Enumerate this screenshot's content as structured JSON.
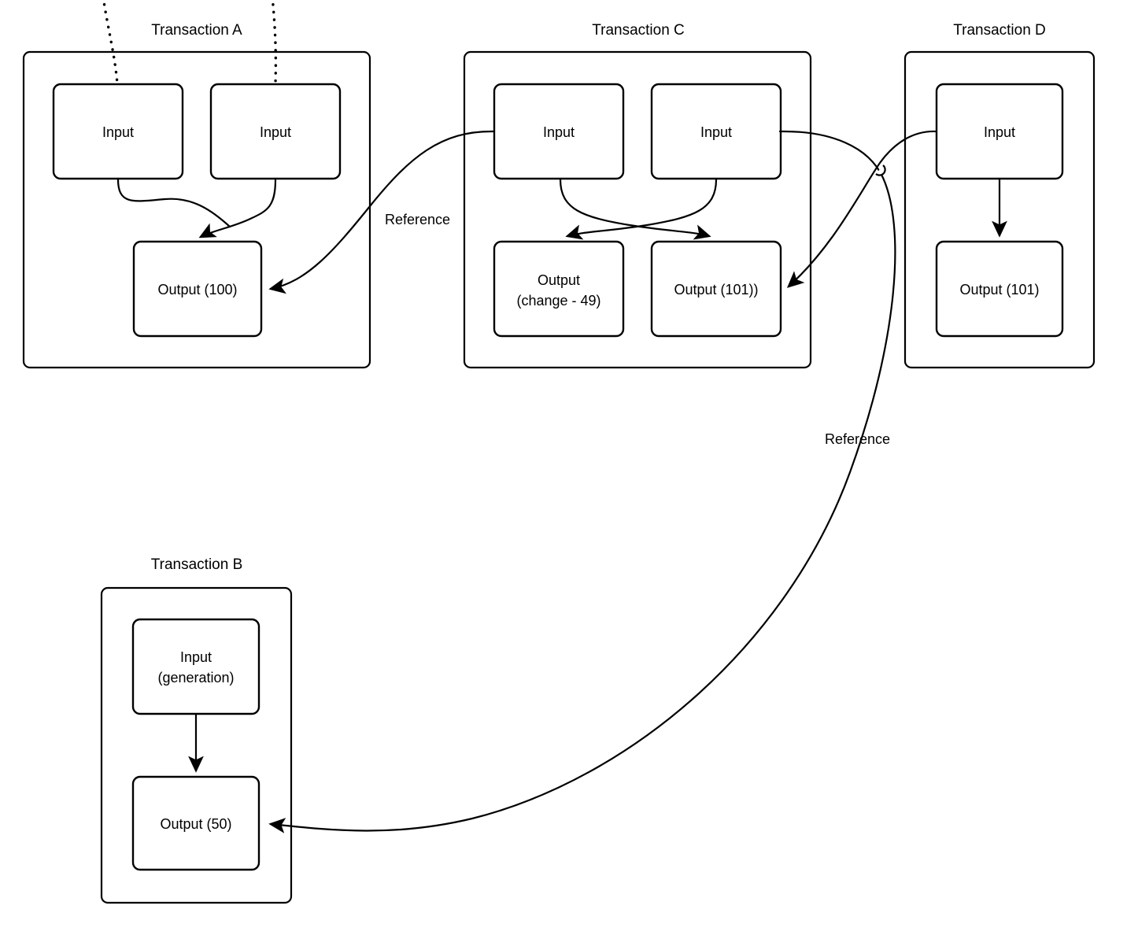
{
  "diagram": {
    "title": "Transaction chain diagram",
    "stroke_color": "#000000",
    "background_color": "#ffffff",
    "node_fill": "#ffffff"
  },
  "transactions": [
    {
      "id": "A",
      "title": "Transaction A",
      "nodes": [
        {
          "id": "a-in-1",
          "label": "Input",
          "kind": "input"
        },
        {
          "id": "a-in-2",
          "label": "Input",
          "kind": "input"
        },
        {
          "id": "a-out-1",
          "label": "Output (100)",
          "kind": "output"
        }
      ]
    },
    {
      "id": "C",
      "title": "Transaction C",
      "nodes": [
        {
          "id": "c-in-1",
          "label": "Input",
          "kind": "input"
        },
        {
          "id": "c-in-2",
          "label": "Input",
          "kind": "input"
        },
        {
          "id": "c-out-1",
          "label_line1": "Output",
          "label_line2": "(change - 49)",
          "kind": "output"
        },
        {
          "id": "c-out-2",
          "label": "Output (101))",
          "kind": "output"
        }
      ]
    },
    {
      "id": "D",
      "title": "Transaction D",
      "nodes": [
        {
          "id": "d-in-1",
          "label": "Input",
          "kind": "input"
        },
        {
          "id": "d-out-1",
          "label": "Output (101)",
          "kind": "output"
        }
      ]
    },
    {
      "id": "B",
      "title": "Transaction B",
      "nodes": [
        {
          "id": "b-in-1",
          "label_line1": "Input",
          "label_line2": "(generation)",
          "kind": "input"
        },
        {
          "id": "b-out-1",
          "label": "Output (50)",
          "kind": "output"
        }
      ]
    }
  ],
  "edge_labels": {
    "reference_c_to_a": "Reference",
    "reference_c_to_b": "Reference"
  }
}
